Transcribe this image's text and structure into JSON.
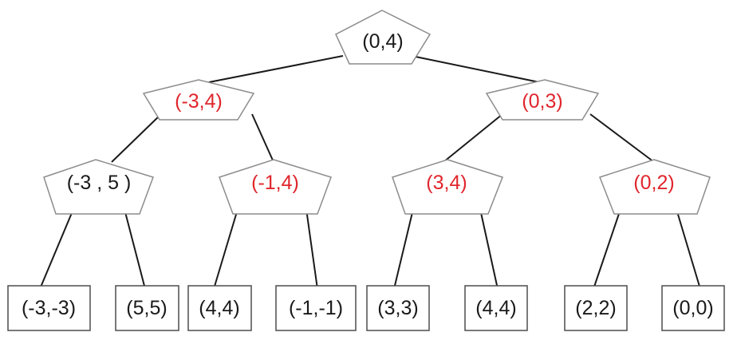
{
  "colors": {
    "default_text": "#1a1a1a",
    "highlight_text": "#e0262d",
    "node_stroke": "#8c8c8c",
    "leaf_stroke": "#4d4d4d",
    "edge": "#1a1a1a"
  },
  "tree": {
    "root": {
      "label": "(0,4)",
      "highlight": false
    },
    "level1": [
      {
        "label": "(-3,4)",
        "highlight": true
      },
      {
        "label": "(0,3)",
        "highlight": true
      }
    ],
    "level2": [
      {
        "label": "(-3 , 5 )",
        "highlight": false
      },
      {
        "label": "(-1,4)",
        "highlight": true
      },
      {
        "label": "(3,4)",
        "highlight": true
      },
      {
        "label": "(0,2)",
        "highlight": true
      }
    ],
    "leaves": [
      {
        "label": "(-3,-3)"
      },
      {
        "label": "(5,5)"
      },
      {
        "label": "(4,4)"
      },
      {
        "label": "(-1,-1)"
      },
      {
        "label": "(3,3)"
      },
      {
        "label": "(4,4)"
      },
      {
        "label": "(2,2)"
      },
      {
        "label": "(0,0)"
      }
    ]
  }
}
